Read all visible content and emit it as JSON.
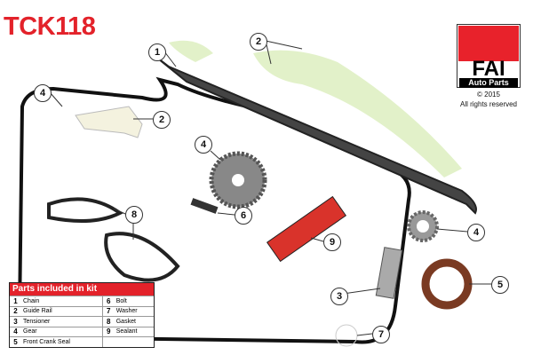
{
  "product_code": "TCK118",
  "brand": {
    "name": "FAI",
    "subtitle": "Auto Parts",
    "copyright": "© 2015",
    "rights": "All rights reserved",
    "accent": "#e3222a"
  },
  "callouts": [
    "1",
    "2",
    "2",
    "4",
    "4",
    "4",
    "6",
    "8",
    "9",
    "3",
    "5",
    "7"
  ],
  "parts_table": {
    "title": "Parts included in kit",
    "items": [
      {
        "num": "1",
        "name": "Chain"
      },
      {
        "num": "2",
        "name": "Guide Rail"
      },
      {
        "num": "3",
        "name": "Tensioner"
      },
      {
        "num": "4",
        "name": "Gear"
      },
      {
        "num": "5",
        "name": "Front Crank Seal"
      },
      {
        "num": "6",
        "name": "Bolt"
      },
      {
        "num": "7",
        "name": "Washer"
      },
      {
        "num": "8",
        "name": "Gasket"
      },
      {
        "num": "9",
        "name": "Sealant"
      }
    ]
  }
}
